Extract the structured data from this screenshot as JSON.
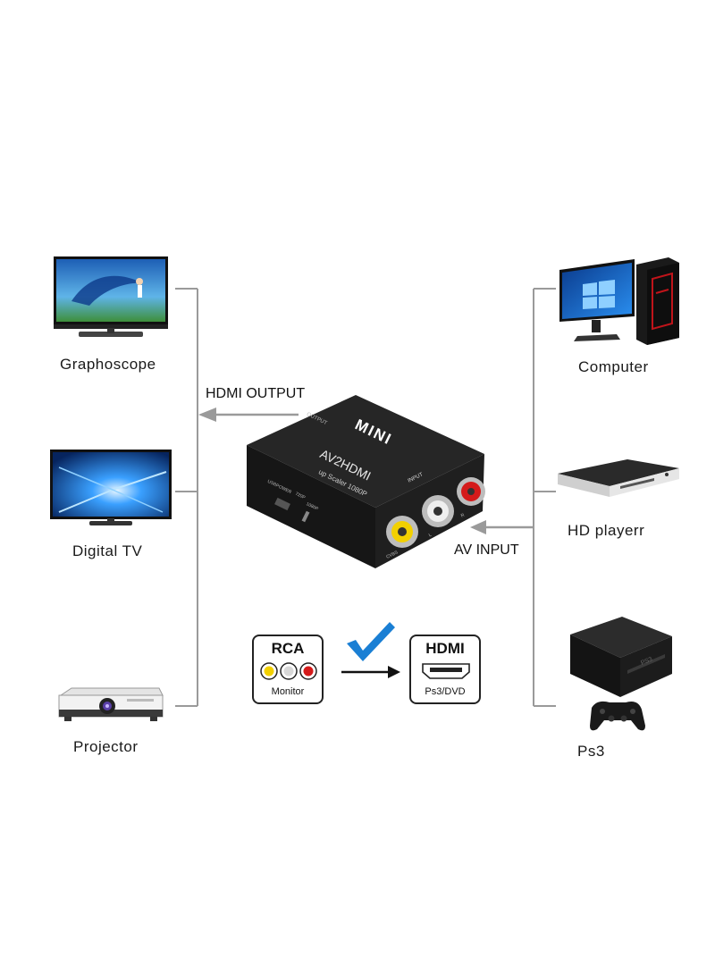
{
  "outputs": [
    {
      "label": "Graphoscope",
      "icon": "flat-tv-icon"
    },
    {
      "label": "Digital  TV",
      "icon": "led-tv-icon"
    },
    {
      "label": "Projector",
      "icon": "projector-icon"
    }
  ],
  "inputs": [
    {
      "label": "Computer",
      "icon": "desktop-computer-icon"
    },
    {
      "label": "HD playerr",
      "icon": "dvd-player-icon"
    },
    {
      "label": "Ps3",
      "icon": "game-console-icon"
    }
  ],
  "arrows": {
    "output_label": "HDMI OUTPUT",
    "input_label": "AV INPUT"
  },
  "device": {
    "brand": "MINI",
    "model": "AV2HDMI",
    "subtitle": "up Scaler 1080P",
    "port_output": "OUTPUT",
    "port_input": "INPUT",
    "port_power": "USBPOWER",
    "switch_720": "720P",
    "switch_1080": "1080P",
    "jack_cvbs": "CVBS",
    "jack_l": "L",
    "jack_r": "R"
  },
  "conversion": {
    "from_title": "RCA",
    "from_sub": "Monitor",
    "to_title": "HDMI",
    "to_sub": "Ps3/DVD"
  },
  "colors": {
    "line": "#9a9a9a",
    "device": "#1c1c1c",
    "check": "#1a7fd4",
    "rca_yellow": "#f2d000",
    "rca_white": "#e8e8e8",
    "rca_red": "#d41a1a"
  }
}
